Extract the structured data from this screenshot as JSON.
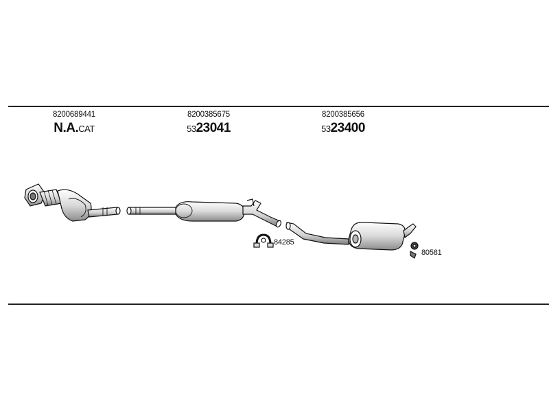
{
  "parts": [
    {
      "oe_number": "8200689441",
      "code_main": "N.A.",
      "code_suffix": "CAT",
      "code_prefix": ""
    },
    {
      "oe_number": "8200385675",
      "code_prefix": "53",
      "code_main": "23041",
      "code_suffix": ""
    },
    {
      "oe_number": "8200385656",
      "code_prefix": "53",
      "code_main": "23400",
      "code_suffix": ""
    }
  ],
  "accessories": [
    {
      "number": "84285",
      "icon": "clamp-icon"
    },
    {
      "number": "80581",
      "icon": "rubber-mount-icon"
    }
  ]
}
